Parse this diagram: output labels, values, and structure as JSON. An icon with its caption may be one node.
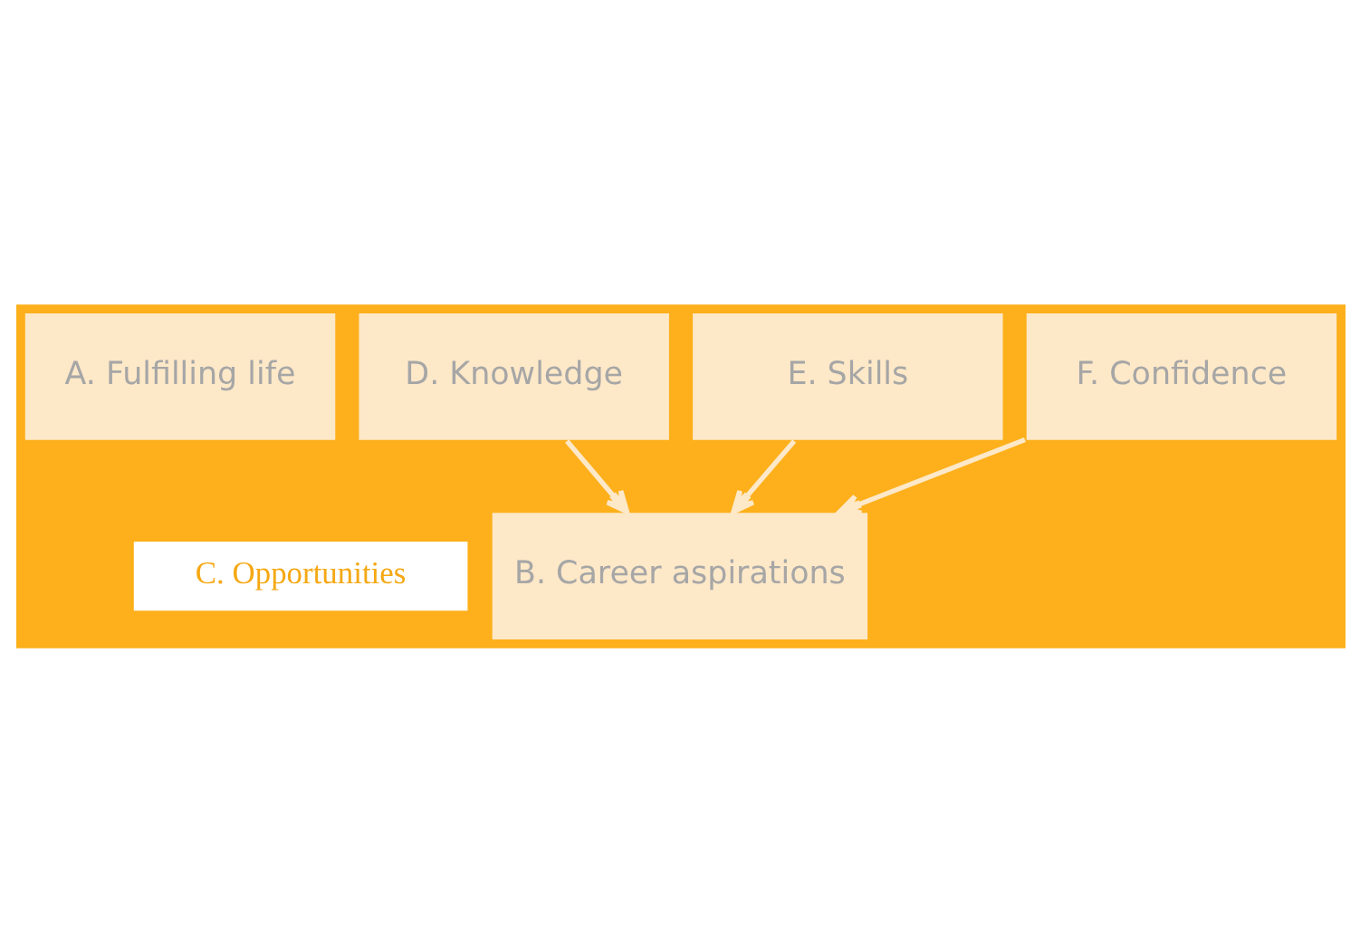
{
  "diagram": {
    "nodes": [
      {
        "text": [
          "A. Fulfilling life"
        ]
      },
      {
        "text": [
          "B. Career aspirations"
        ]
      },
      {
        "text": [
          "C. Opportunities"
        ]
      },
      {
        "text": [
          "D. Knowledge"
        ]
      },
      {
        "text": [
          "E. Skills"
        ]
      },
      {
        "text": [
          "F. Confidence"
        ]
      }
    ],
    "edges": [
      {
        "from": 3,
        "to": 1,
        "arrow": "to"
      },
      {
        "from": 4,
        "to": 1,
        "arrow": "to"
      },
      {
        "from": 5,
        "to": 1,
        "arrow": "to"
      }
    ]
  }
}
